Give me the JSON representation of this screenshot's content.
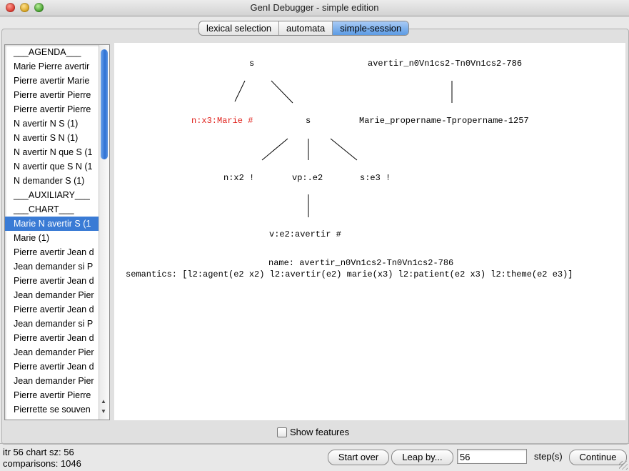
{
  "window": {
    "title": "GenI Debugger - simple edition"
  },
  "tabs": [
    {
      "label": "lexical selection",
      "active": false
    },
    {
      "label": "automata",
      "active": false
    },
    {
      "label": "simple-session",
      "active": true
    }
  ],
  "list": {
    "items": [
      "___AGENDA___",
      "Marie Pierre avertir",
      "Pierre avertir Marie",
      "Pierre avertir Pierre",
      "Pierre avertir Pierre",
      "N avertir N S (1)",
      "N avertir S N (1)",
      "N avertir N que S (1",
      "N avertir que S N (1",
      "N demander S (1)",
      "___AUXILIARY___",
      "___CHART___",
      "Marie N avertir S (1",
      "Marie (1)",
      "Pierre avertir Jean d",
      "Jean demander si P",
      "Pierre avertir Jean d",
      "Jean demander Pier",
      "Pierre avertir Jean d",
      "Jean demander si P",
      "Pierre avertir Jean d",
      "Jean demander Pier",
      "Pierre avertir Jean d",
      "Jean demander Pier",
      "Pierre avertir Pierre",
      "Pierrette se souven"
    ],
    "selected_index": 12
  },
  "tree": {
    "left_root": "s",
    "left_child_left": "n:x3:Marie #",
    "left_child_right": "s",
    "sub_left": "n:x2 !",
    "sub_mid": "vp:.e2",
    "sub_right": "s:e3 !",
    "verb": "v:e2:avertir #",
    "right_root": "avertir_n0Vn1cs2-Tn0Vn1cs2-786",
    "right_child": "Marie_propername-Tpropername-1257",
    "highlight_color": "#e0201a"
  },
  "info": {
    "name_line": "name: avertir_n0Vn1cs2-Tn0Vn1cs2-786",
    "semantics_line": "semantics: [l2:agent(e2 x2) l2:avertir(e2) marie(x3) l2:patient(e2 x3) l2:theme(e2 e3)]"
  },
  "options": {
    "show_features_label": "Show features",
    "show_features_checked": false
  },
  "status": {
    "line1": "itr 56 chart sz: 56",
    "line2": "comparisons: 1046"
  },
  "controls": {
    "start_over": "Start over",
    "leap_by": "Leap by...",
    "leap_value": "56",
    "steps_label": "step(s)",
    "continue": "Continue"
  }
}
